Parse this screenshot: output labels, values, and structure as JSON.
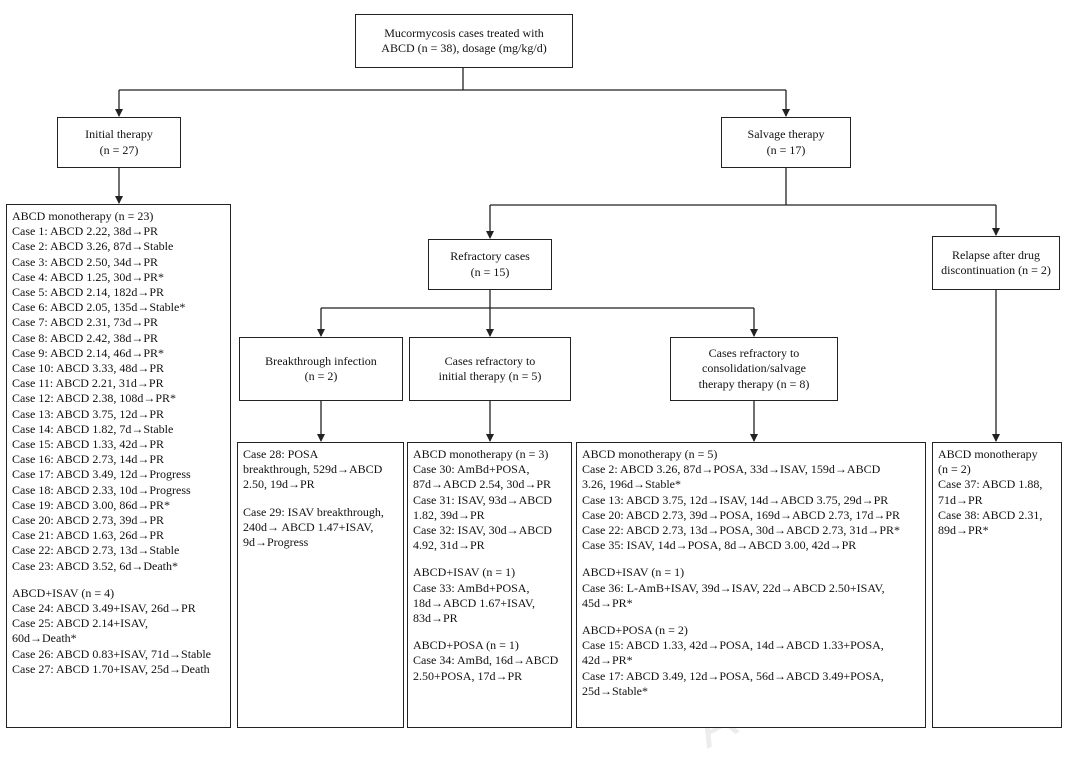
{
  "root": {
    "line1": "Mucormycosis cases treated with",
    "line2": "ABCD (n = 38), dosage (mg/kg/d)"
  },
  "initial": {
    "title": "Initial therapy",
    "n": "(n = 27)"
  },
  "salvage": {
    "title": "Salvage therapy",
    "n": "(n = 17)"
  },
  "refractory": {
    "title": "Refractory cases",
    "n": "(n = 15)"
  },
  "relapse": {
    "line1": "Relapse after drug",
    "line2": "discontinuation (n = 2)"
  },
  "breakthrough": {
    "title": "Breakthrough infection",
    "n": "(n = 2)"
  },
  "refr_initial": {
    "line1": "Cases refractory to",
    "line2": "initial therapy (n = 5)"
  },
  "refr_consol": {
    "line1": "Cases refractory to",
    "line2": "consolidation/salvage",
    "line3": "therapy therapy (n = 8)"
  },
  "initial_list": {
    "group1": "ABCD monotherapy (n = 23)",
    "cases1": [
      "Case 1: ABCD 2.22, 38d→PR",
      "Case 2: ABCD 3.26, 87d→Stable",
      "Case 3: ABCD 2.50, 34d→PR",
      "Case 4: ABCD 1.25, 30d→PR*",
      "Case 5: ABCD 2.14, 182d→PR",
      "Case 6: ABCD 2.05, 135d→Stable*",
      "Case 7: ABCD 2.31, 73d→PR",
      "Case 8: ABCD 2.42, 38d→PR",
      "Case 9: ABCD 2.14, 46d→PR*",
      "Case 10: ABCD 3.33, 48d→PR",
      "Case 11: ABCD 2.21, 31d→PR",
      "Case 12: ABCD 2.38, 108d→PR*",
      "Case 13: ABCD 3.75, 12d→PR",
      "Case 14: ABCD 1.82, 7d→Stable",
      "Case 15: ABCD 1.33, 42d→PR",
      "Case 16: ABCD 2.73, 14d→PR",
      "Case 17: ABCD 3.49, 12d→Progress",
      "Case 18: ABCD 2.33, 10d→Progress",
      "Case 19: ABCD 3.00, 86d→PR*",
      "Case 20: ABCD 2.73, 39d→PR",
      "Case 21: ABCD 1.63, 26d→PR",
      "Case 22: ABCD 2.73, 13d→Stable",
      "Case 23: ABCD 3.52, 6d→Death*"
    ],
    "group2": "ABCD+ISAV (n = 4)",
    "cases2": [
      "Case 24: ABCD 3.49+ISAV, 26d→PR",
      "Case 25: ABCD 2.14+ISAV,",
      "60d→Death*",
      "Case 26: ABCD 0.83+ISAV, 71d→Stable",
      "Case 27: ABCD 1.70+ISAV, 25d→Death"
    ]
  },
  "breakthrough_list": {
    "case28": [
      "Case 28: POSA",
      "breakthrough, 529d→ABCD",
      "2.50, 19d→PR"
    ],
    "case29": [
      "Case 29: ISAV breakthrough,",
      "240d→ ABCD 1.47+ISAV,",
      "9d→Progress"
    ]
  },
  "refr_initial_list": {
    "group1": "ABCD monotherapy (n = 3)",
    "cases1": [
      "Case 30: AmBd+POSA,",
      "87d→ABCD 2.54, 30d→PR",
      "Case 31: ISAV, 93d→ABCD",
      "1.82, 39d→PR",
      "Case 32: ISAV, 30d→ABCD",
      "4.92, 31d→PR"
    ],
    "group2": "ABCD+ISAV (n = 1)",
    "cases2": [
      "Case 33: AmBd+POSA,",
      "18d→ABCD 1.67+ISAV,",
      "83d→PR"
    ],
    "group3": "ABCD+POSA (n = 1)",
    "cases3": [
      "Case 34: AmBd, 16d→ABCD",
      "2.50+POSA, 17d→PR"
    ]
  },
  "refr_consol_list": {
    "group1": "ABCD monotherapy (n = 5)",
    "cases1": [
      "Case 2: ABCD 3.26, 87d→POSA, 33d→ISAV, 159d→ABCD",
      "3.26, 196d→Stable*",
      "Case 13: ABCD 3.75, 12d→ISAV, 14d→ABCD 3.75, 29d→PR",
      "Case 20: ABCD 2.73, 39d→POSA, 169d→ABCD 2.73, 17d→PR",
      "Case 22: ABCD 2.73, 13d→POSA, 30d→ABCD 2.73, 31d→PR*",
      "Case 35: ISAV, 14d→POSA, 8d→ABCD 3.00, 42d→PR"
    ],
    "group2": "ABCD+ISAV (n = 1)",
    "cases2": [
      "Case 36: L-AmB+ISAV, 39d→ISAV, 22d→ABCD 2.50+ISAV,",
      "45d→PR*"
    ],
    "group3": "ABCD+POSA (n = 2)",
    "cases3": [
      "Case 15: ABCD 1.33, 42d→POSA, 14d→ABCD 1.33+POSA,",
      "42d→PR*",
      "Case 17: ABCD 3.49, 12d→POSA, 56d→ABCD 3.49+POSA,",
      "25d→Stable*"
    ]
  },
  "relapse_list": {
    "group1": [
      "ABCD monotherapy",
      "(n = 2)"
    ],
    "cases1": [
      "Case 37: ABCD 1.88,",
      "71d→PR",
      "Case 38: ABCD 2.31,",
      "89d→PR*"
    ]
  },
  "watermark": "ACS"
}
